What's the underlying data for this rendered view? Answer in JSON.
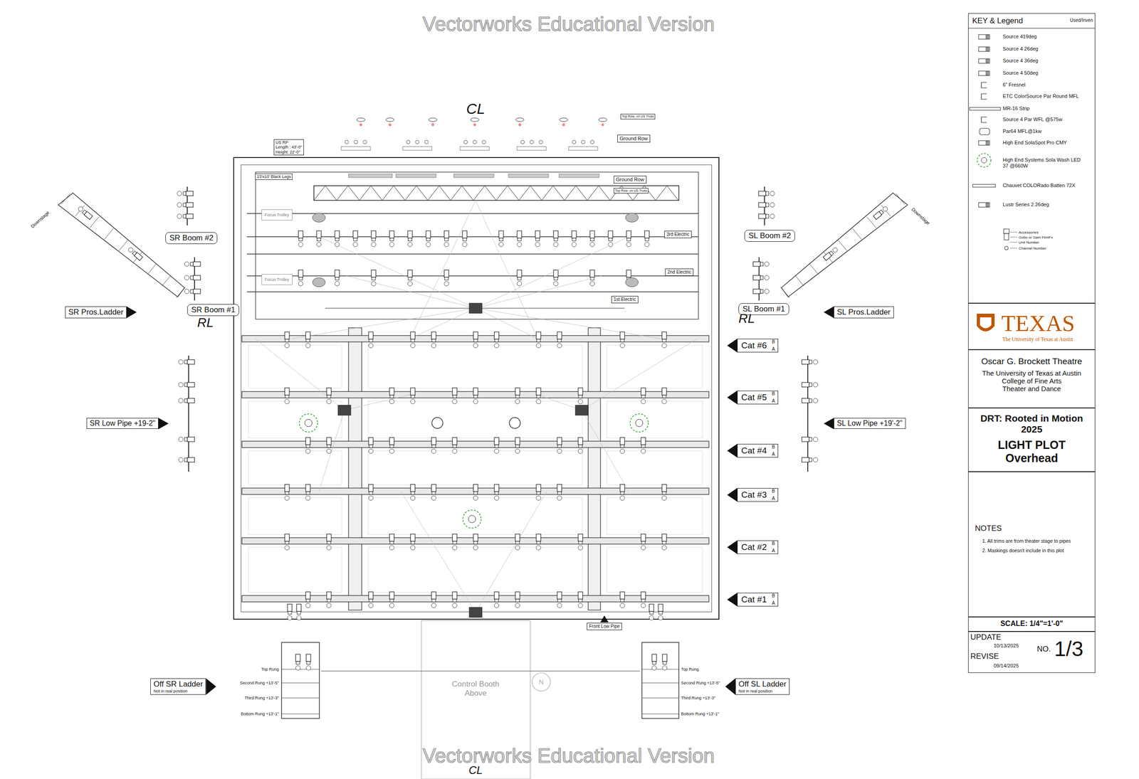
{
  "diagram": {
    "nodes": [
      {
        "text": [
          "SR Boom #2"
        ]
      },
      {
        "text": [
          "SL Boom #2"
        ]
      },
      {
        "text": [
          "SR Boom #1"
        ]
      },
      {
        "text": [
          "SL Boom #1"
        ]
      },
      {
        "text": [
          "SR Pros.Ladder"
        ]
      },
      {
        "text": [
          "SL Pros.Ladder"
        ]
      },
      {
        "text": [
          "Cat #6",
          "B",
          "A"
        ]
      },
      {
        "text": [
          "Cat #5",
          "B",
          "A"
        ]
      },
      {
        "text": [
          "Cat #4",
          "B",
          "A"
        ]
      },
      {
        "text": [
          "Cat #3",
          "B",
          "A"
        ]
      },
      {
        "text": [
          "Cat #2",
          "B",
          "A"
        ]
      },
      {
        "text": [
          "Cat #1",
          "B",
          "A"
        ]
      },
      {
        "text": [
          "SR Low Pipe +19-2\""
        ]
      },
      {
        "text": [
          "SL Low Pipe +19'-2\""
        ]
      },
      {
        "text": [
          "Off SR Ladder",
          "Not in real position"
        ]
      },
      {
        "text": [
          "Off SL Ladder",
          "Not in real position"
        ]
      },
      {
        "text": [
          "US RP",
          "Length : 43'-0\"",
          "Height: 22'-0\""
        ]
      },
      {
        "text": [
          "23'x10' Black Legs"
        ]
      },
      {
        "text": [
          "Ground Row"
        ]
      },
      {
        "text": [
          "Top Row- on US Truss"
        ]
      },
      {
        "text": [
          "Ground Row"
        ]
      },
      {
        "text": [
          "Top Row- on US Truss"
        ]
      },
      {
        "text": [
          "Focus Trolley"
        ]
      },
      {
        "text": [
          "Focus Trolley"
        ]
      },
      {
        "text": [
          "3rd Electric"
        ]
      },
      {
        "text": [
          "2nd Electric"
        ]
      },
      {
        "text": [
          "1st Electric"
        ]
      },
      {
        "text": [
          "Front Low Pipe"
        ]
      },
      {
        "text": [
          "KEY & Legend",
          "Used/Inven"
        ]
      },
      {
        "text": [
          "TEXAS",
          "The University of Texas at Austin"
        ]
      },
      {
        "text": [
          "Oscar G. Brockett Theatre",
          "The University of Texas at Austin",
          "College of Fine Arts",
          "Theater and Dance"
        ]
      },
      {
        "text": [
          "DRT: Rooted in Motion 2025",
          "LIGHT PLOT Overhead"
        ]
      },
      {
        "text": [
          "NOTES",
          "1. All trims are from theater stage to pipes",
          "2. Maskings doesn't include in this plot"
        ]
      },
      {
        "text": [
          "SCALE: 1/4\"=1'-0\""
        ]
      },
      {
        "text": [
          "UPDATE",
          "10/13/2025",
          "REVISE",
          "09/14/2025",
          "NO.",
          "1/3"
        ]
      }
    ],
    "labels": [
      "Vectorworks Educational Version",
      "Vectorworks Educational Version",
      "CL",
      "CL",
      "RL",
      "RL",
      "Downstage",
      "Downstage",
      "Control Booth Above",
      "N",
      "Top Rung",
      "Second Rung +13'-5\"",
      "Third Rung +13'-3\"",
      "Bottom Rung +13'-1\"",
      "Top Rung",
      "Second Rung +13'-5\"",
      "Third Rung +13'-3\"",
      "Bottom Rung +13'-1\"",
      "Accessories",
      "Gobo or Gam FilmFx",
      "Unit Number",
      "Channel Number"
    ],
    "legend": [
      {
        "text": "Source 419deg"
      },
      {
        "text": "Source 4 26deg"
      },
      {
        "text": "Source 4 36deg"
      },
      {
        "text": "Source 4 50deg"
      },
      {
        "text": "6\" Fresnel"
      },
      {
        "text": "ETC ColorSource Par Round MFL"
      },
      {
        "text": "MR-16 Strip"
      },
      {
        "text": "Source 4 Par WFL @575w"
      },
      {
        "text": "Par64 MFL@1kw"
      },
      {
        "text": "High End SolaSpot Pro CMY"
      },
      {
        "text": "High End Systems Sola Wash LED 37 @660W"
      },
      {
        "text": "Chauvet COLORado Batten 72X"
      },
      {
        "text": "Lustr Series 2 26deg"
      }
    ]
  }
}
